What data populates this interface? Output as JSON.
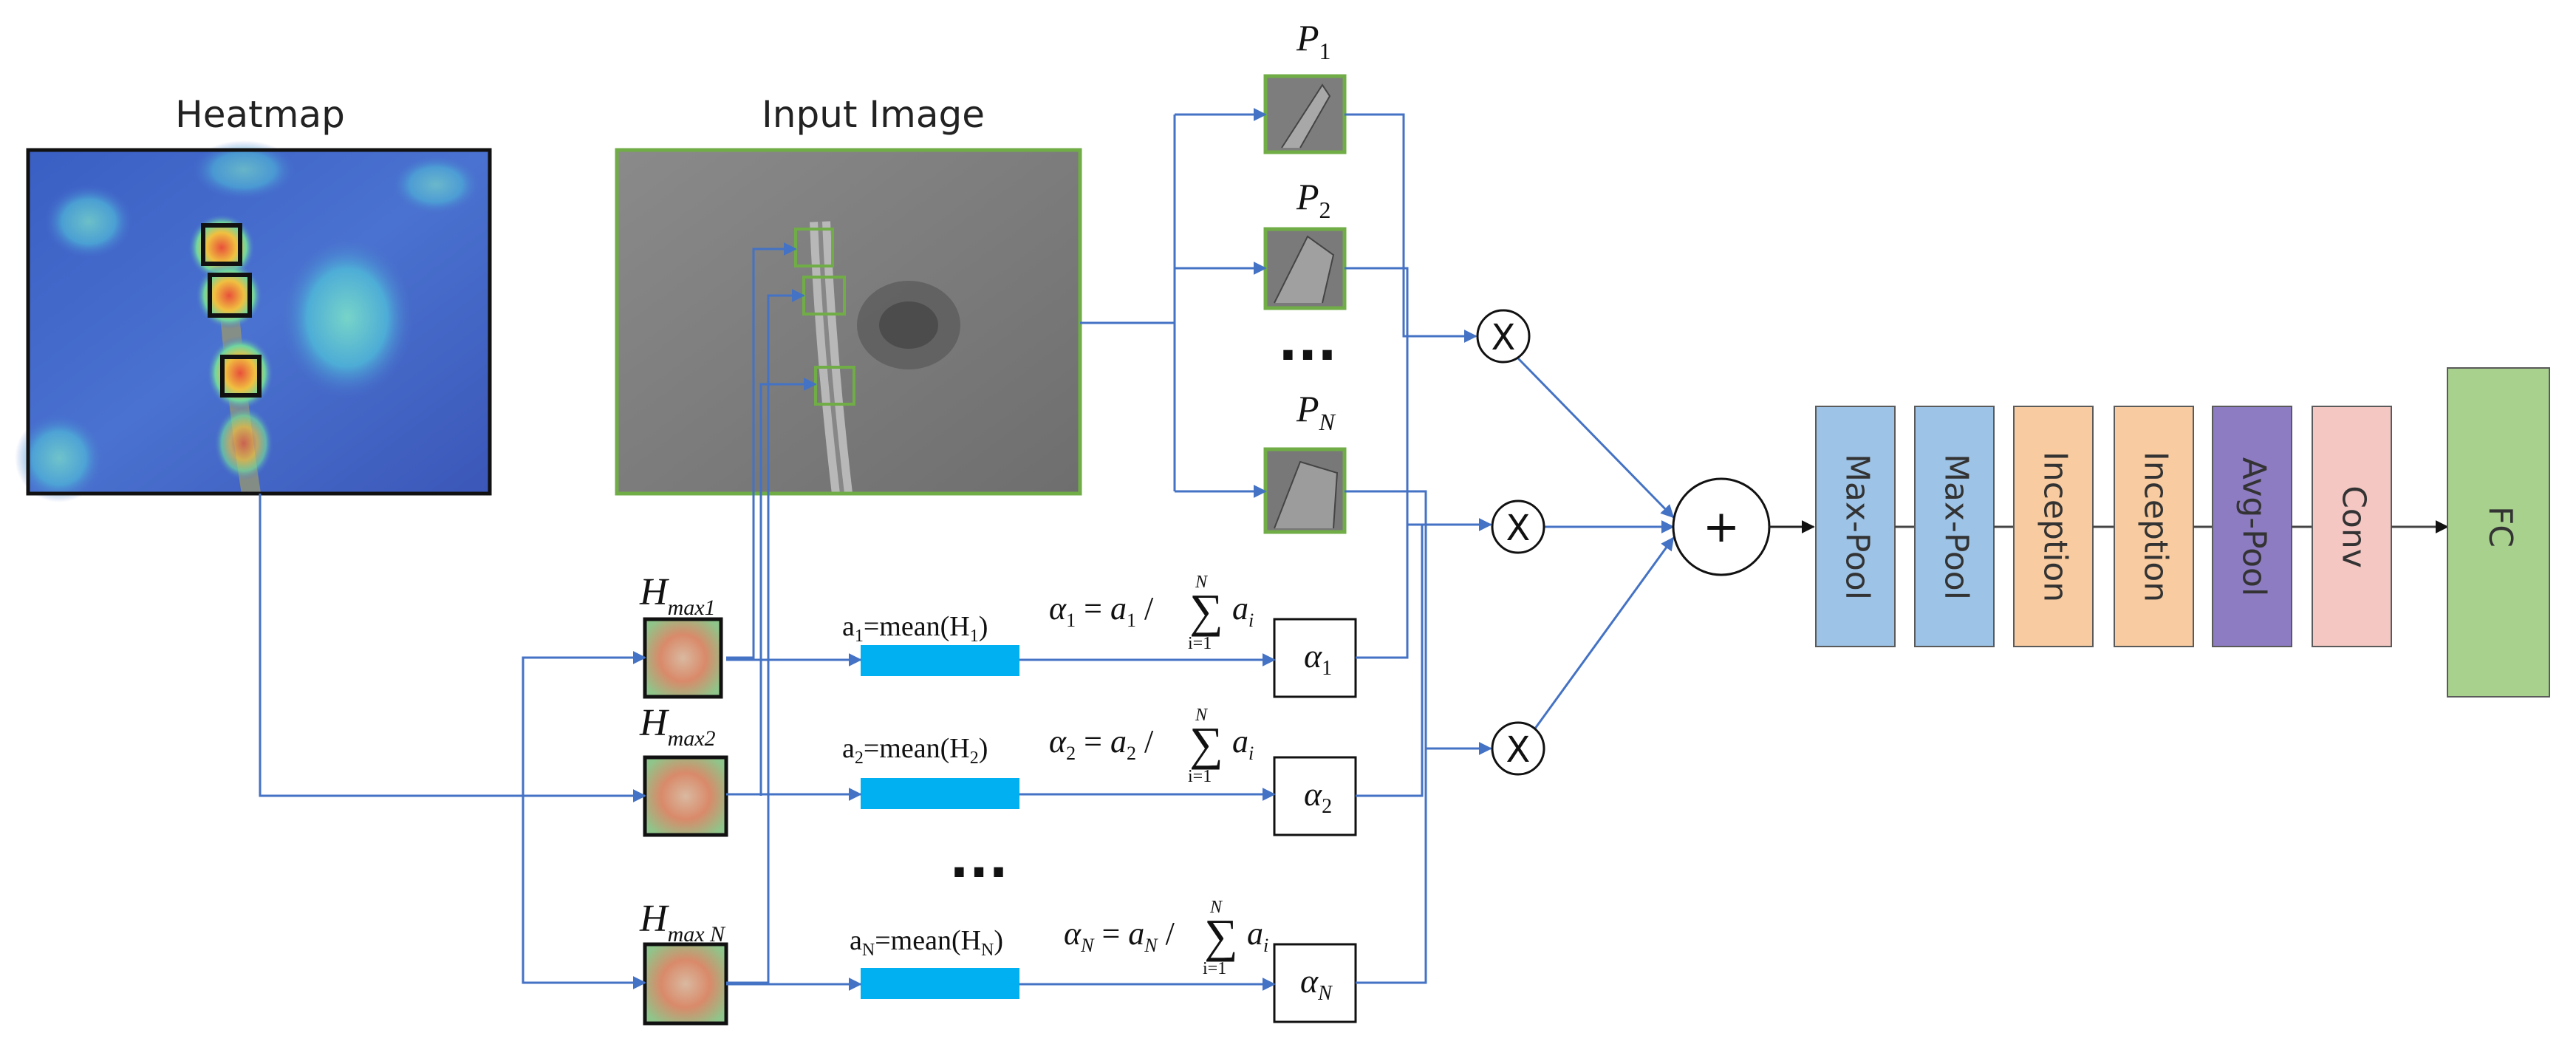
{
  "heatmap": {
    "title": "Heatmap"
  },
  "input_image": {
    "title": "Input Image"
  },
  "patches": [
    {
      "sym": "P",
      "sub": "1"
    },
    {
      "sym": "P",
      "sub": "2"
    },
    {
      "sym": "P",
      "sub": "N"
    }
  ],
  "heatmap_crops": [
    {
      "sym": "H",
      "sub": "max1"
    },
    {
      "sym": "H",
      "sub": "max2"
    },
    {
      "sym": "H",
      "sub": "max N"
    }
  ],
  "mean_labels": [
    {
      "prefix": "a",
      "sub": "1",
      "mid": "=mean(H",
      "sub2": "1",
      "end": ")"
    },
    {
      "prefix": "a",
      "sub": "2",
      "mid": "=mean(H",
      "sub2": "2",
      "end": ")"
    },
    {
      "prefix": "a",
      "sub": "N",
      "mid": "=mean(H",
      "sub2": "N",
      "end": ")"
    }
  ],
  "alpha_formulas": [
    {
      "lhs": "α",
      "lhs_sub": "1",
      "eq": " = ",
      "num": "a",
      "num_sub": "1",
      "slash": " / ",
      "sum": "∑",
      "top": "N",
      "bottom": "i=1",
      "term": "a",
      "term_sub": "i"
    },
    {
      "lhs": "α",
      "lhs_sub": "2",
      "eq": " = ",
      "num": "a",
      "num_sub": "2",
      "slash": " / ",
      "sum": "∑",
      "top": "N",
      "bottom": "i=1",
      "term": "a",
      "term_sub": "i"
    },
    {
      "lhs": "α",
      "lhs_sub": "N",
      "eq": " = ",
      "num": "a",
      "num_sub": "N",
      "slash": " / ",
      "sum": "∑",
      "top": "N",
      "bottom": "i=1",
      "term": "a",
      "term_sub": "i"
    }
  ],
  "alpha_boxes": [
    {
      "sym": "α",
      "sub": "1"
    },
    {
      "sym": "α",
      "sub": "2"
    },
    {
      "sym": "α",
      "sub": "N"
    }
  ],
  "ellipsis": "···",
  "multiply_symbol": "X",
  "sum_symbol": "+",
  "layers": [
    {
      "label": "Max-Pool",
      "color": "#9dc3e6"
    },
    {
      "label": "Max-Pool",
      "color": "#9dc3e6"
    },
    {
      "label": "Inception",
      "color": "#f8cba0"
    },
    {
      "label": "Inception",
      "color": "#f8cba0"
    },
    {
      "label": "Avg-Pool",
      "color": "#8e7cc3"
    },
    {
      "label": "Conv",
      "color": "#f4c7c3"
    },
    {
      "label": "FC",
      "color": "#a9d18e"
    }
  ],
  "colors": {
    "flow": "#4472c4",
    "mean_bar": "#00b0f0",
    "green_frame": "#70ad47"
  }
}
